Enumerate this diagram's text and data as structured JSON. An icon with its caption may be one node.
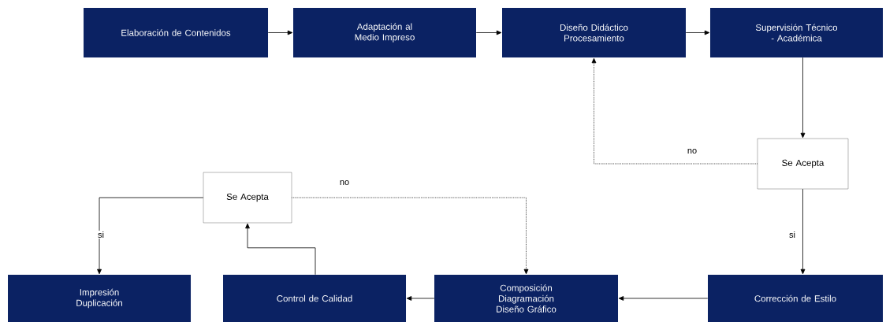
{
  "diagram": {
    "nodes": [
      {
        "text": [
          "Elaboración de Contenidos"
        ]
      },
      {
        "text": [
          "Adaptación al Medio Impreso"
        ]
      },
      {
        "text": [
          "Diseño Didáctico Procesamiento"
        ]
      },
      {
        "text": [
          "Supervisión Técnico - Académica"
        ]
      },
      {
        "text": [
          "Se Acepta"
        ]
      },
      {
        "text": [
          "Corrección de Estilo"
        ]
      },
      {
        "text": [
          "Composición Diagramación Diseño Gráfico"
        ]
      },
      {
        "text": [
          "Control de Calidad"
        ]
      },
      {
        "text": [
          "Impresión Duplicación"
        ]
      },
      {
        "text": [
          "Se Acepta"
        ]
      }
    ],
    "edges": [
      {
        "from": 0,
        "to": 1,
        "arrow": "to"
      },
      {
        "from": 1,
        "to": 2,
        "arrow": "to"
      },
      {
        "from": 2,
        "to": 3,
        "arrow": "to"
      },
      {
        "from": 3,
        "to": 4,
        "arrow": "to"
      },
      {
        "from": 4,
        "to": 2,
        "arrow": "to",
        "label": "no",
        "style": "dashed"
      },
      {
        "from": 4,
        "to": 5,
        "arrow": "to",
        "label": "si"
      },
      {
        "from": 5,
        "to": 6,
        "arrow": "to"
      },
      {
        "from": 6,
        "to": 7,
        "arrow": "to"
      },
      {
        "from": 7,
        "to": 9,
        "arrow": "to"
      },
      {
        "from": 9,
        "to": 6,
        "arrow": "to",
        "label": "no",
        "style": "dashed"
      },
      {
        "from": 9,
        "to": 8,
        "arrow": "to",
        "label": "si"
      }
    ]
  }
}
